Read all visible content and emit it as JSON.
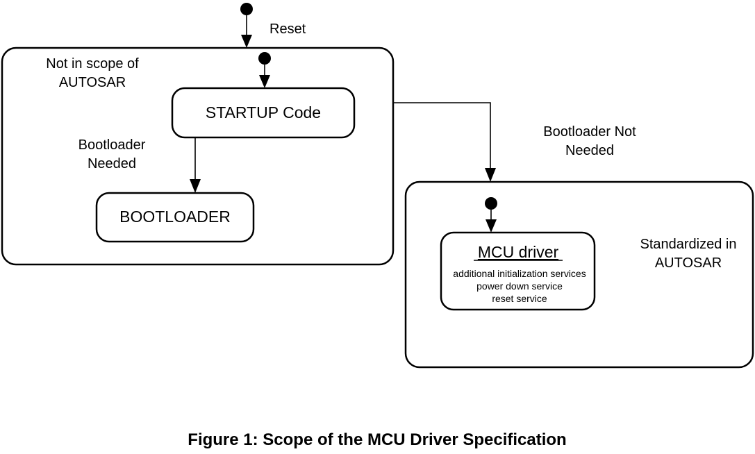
{
  "labels": {
    "reset": "Reset",
    "not_in_scope_line1": "Not in scope of",
    "not_in_scope_line2": "AUTOSAR",
    "bootloader_needed_line1": "Bootloader",
    "bootloader_needed_line2": "Needed",
    "bootloader_not_needed_line1": "Bootloader Not",
    "bootloader_not_needed_line2": "Needed",
    "standardized_line1": "Standardized in",
    "standardized_line2": "AUTOSAR"
  },
  "states": {
    "startup": "STARTUP Code",
    "bootloader": "BOOTLOADER",
    "mcu_title": "MCU driver",
    "mcu_services": [
      "additional initialization services",
      "power down service",
      "reset service"
    ]
  },
  "caption": "Figure 1: Scope of the MCU Driver Specification"
}
